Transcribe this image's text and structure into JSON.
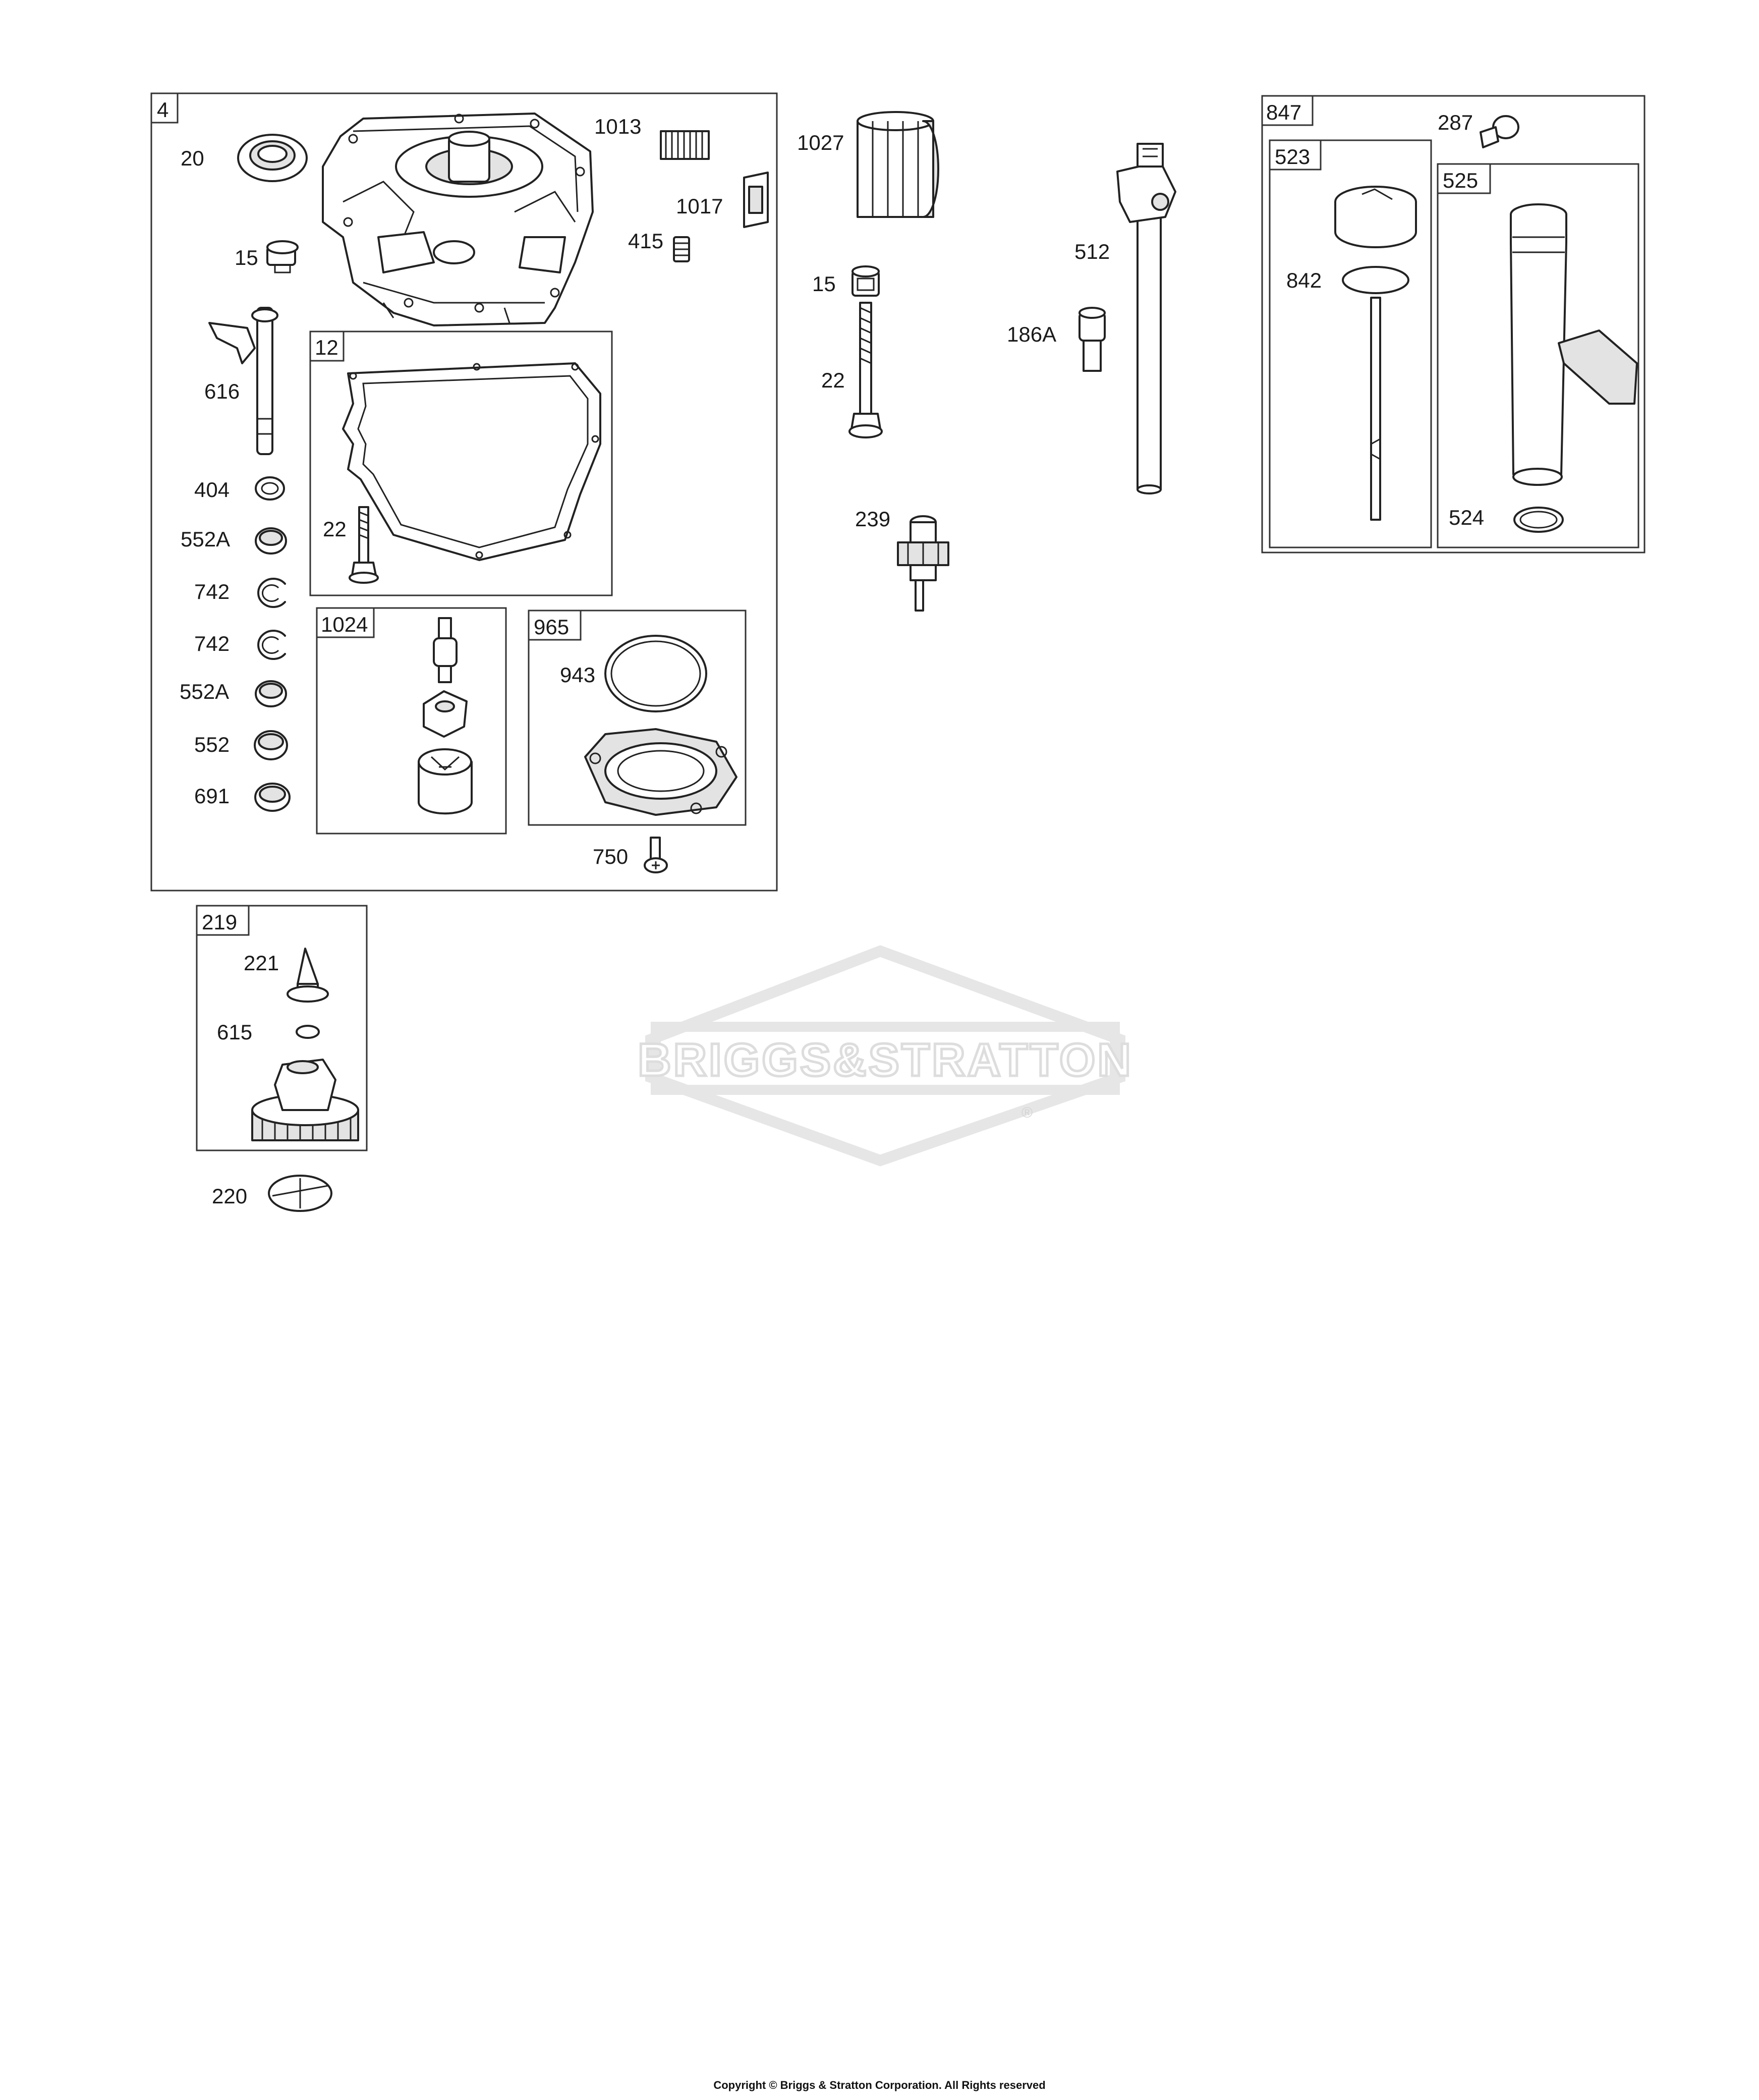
{
  "groups": {
    "g4": "4",
    "g12": "12",
    "g1024": "1024",
    "g965": "965",
    "g219": "219",
    "g847": "847",
    "g523": "523",
    "g525": "525"
  },
  "callouts": {
    "c20": "20",
    "c1013": "1013",
    "c1017": "1017",
    "c15a": "15",
    "c415": "415",
    "c616": "616",
    "c404": "404",
    "c552a1": "552A",
    "c742a": "742",
    "c742b": "742",
    "c552a2": "552A",
    "c552": "552",
    "c691": "691",
    "c22a": "22",
    "c943": "943",
    "c750": "750",
    "c1027": "1027",
    "c15b": "15",
    "c22b": "22",
    "c239": "239",
    "c512": "512",
    "c186a": "186A",
    "c287": "287",
    "c842": "842",
    "c524": "524",
    "c221": "221",
    "c615": "615",
    "c220": "220"
  },
  "watermark": {
    "brand": "BRIGGS&STRATTON",
    "registered": "®"
  },
  "footer": {
    "copyright": "Copyright © Briggs & Stratton Corporation. All Rights reserved"
  }
}
